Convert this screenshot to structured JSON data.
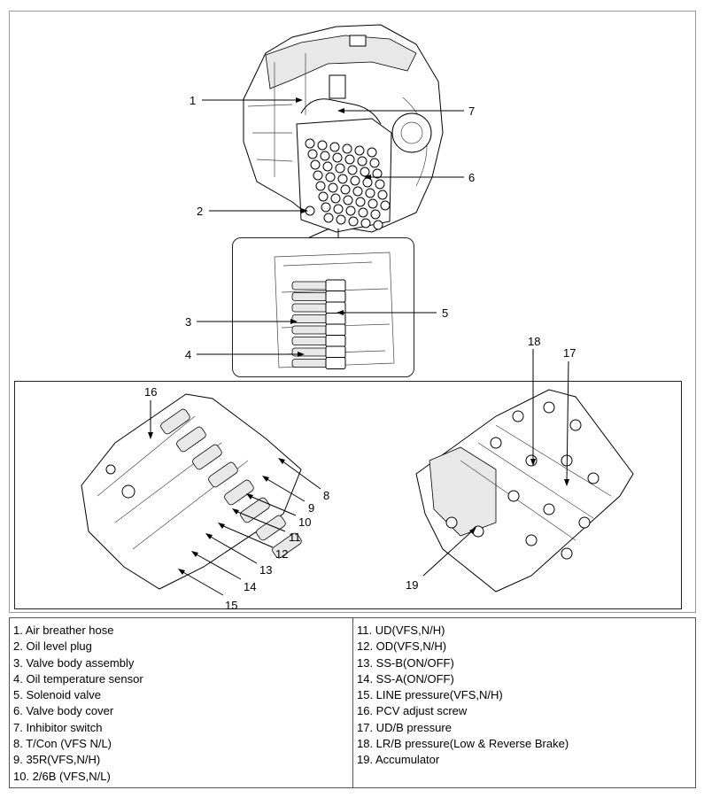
{
  "callouts": {
    "c1": "1",
    "c2": "2",
    "c3": "3",
    "c4": "4",
    "c5": "5",
    "c6": "6",
    "c7": "7",
    "c8": "8",
    "c9": "9",
    "c10": "10",
    "c11": "11",
    "c12": "12",
    "c13": "13",
    "c14": "14",
    "c15": "15",
    "c16": "16",
    "c17": "17",
    "c18": "18",
    "c19": "19"
  },
  "legend": {
    "left": [
      "1. Air breather hose",
      "2. Oil level plug",
      "3. Valve body assembly",
      "4. Oil temperature sensor",
      "5. Solenoid valve",
      "6. Valve body cover",
      "7. Inhibitor switch",
      "8. T/Con (VFS N/L)",
      "9. 35R(VFS,N/H)",
      "10. 2/6B (VFS,N/L)"
    ],
    "right": [
      "11. UD(VFS,N/H)",
      "12. OD(VFS,N/H)",
      "13. SS-B(ON/OFF)",
      "14. SS-A(ON/OFF)",
      "15. LINE pressure(VFS,N/H)",
      "16. PCV adjust screw",
      "17. UD/B pressure",
      "18. LR/B pressure(Low & Reverse Brake)",
      "19. Accumulator"
    ]
  }
}
